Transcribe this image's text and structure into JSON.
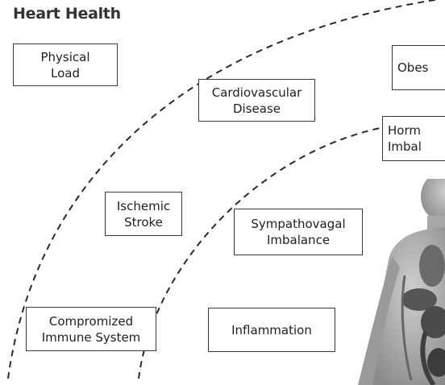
{
  "title": "Heart Health",
  "factors": {
    "physical_load": "Physical\nLoad",
    "obesity": "Obes",
    "cardiovascular_disease": "Cardiovascular\nDisease",
    "hormonal_imbalance": "Horm\nImbal",
    "ischemic_stroke": "Ischemic\nStroke",
    "sympathovagal_imbalance": "Sympathovagal\nImbalance",
    "compromized_immune_system": "Compromized\nImmune System",
    "inflammation": "Inflammation"
  },
  "colors": {
    "line": "#2a2a2a",
    "body_figure": "#9a9a9a",
    "organs": "#5a5a5a"
  },
  "icons": {
    "human_body": "human-anatomy-figure"
  }
}
